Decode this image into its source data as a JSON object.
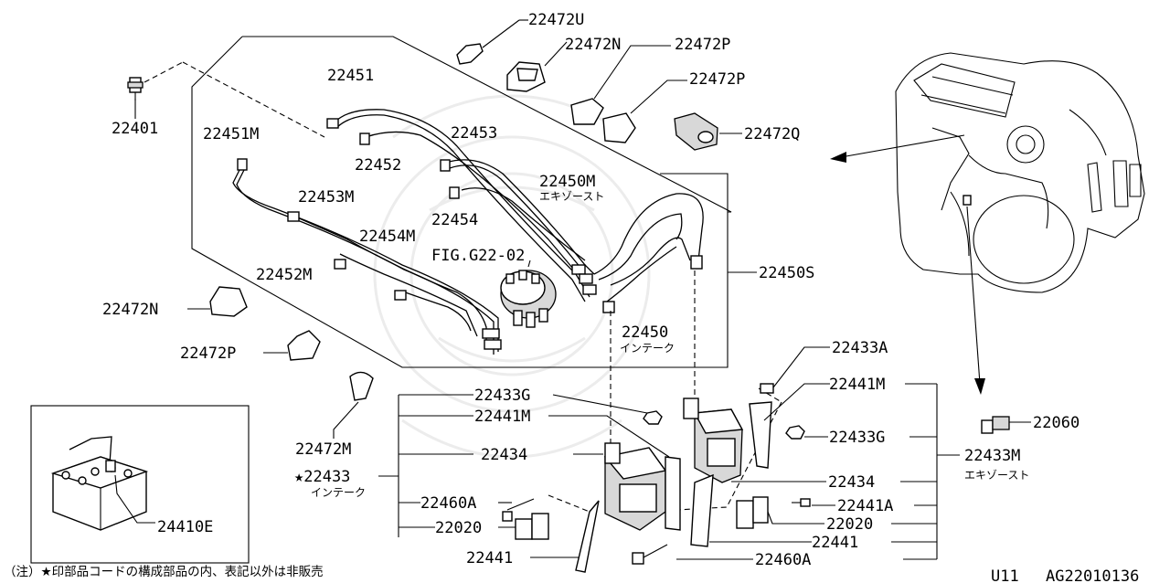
{
  "labels": {
    "p22472U": "22472U",
    "p22472N_top": "22472N",
    "p22472P_top1": "22472P",
    "p22472P_top2": "22472P",
    "p22472Q": "22472Q",
    "p22401": "22401",
    "p22451": "22451",
    "p22451M": "22451M",
    "p22452": "22452",
    "p22453": "22453",
    "p22453M": "22453M",
    "p22454": "22454",
    "p22454M": "22454M",
    "p22452M": "22452M",
    "p22450M": "22450M",
    "p22450M_sub": "エキゾースト",
    "fig": "FIG.G22-02",
    "p22450S": "22450S",
    "p22450": "22450",
    "p22450_sub": "インテーク",
    "p22472N_left": "22472N",
    "p22472P_left": "22472P",
    "p22472M": "22472M",
    "p22410E": "24410E",
    "p22433A": "22433A",
    "p22441M_right": "22441M",
    "p22433G_right": "22433G",
    "p22433G_left": "22433G",
    "p22441M_left": "22441M",
    "p22434_left": "22434",
    "p22434_right": "22434",
    "star22433": "★22433",
    "star22433_sub": "インテーク",
    "p22433M": "22433M",
    "p22433M_sub": "エキゾースト",
    "p22060": "22060",
    "p22460A_left": "22460A",
    "p22441A": "22441A",
    "p22020_left": "22020",
    "p22020_right": "22020",
    "p22441_right": "22441",
    "p22441_left": "22441",
    "p22460A_right": "22460A"
  },
  "footer": {
    "note": "（注）★印部品コードの構成部品の内、表記以外は非販売",
    "page_code": "U11",
    "figure_code": "AG22010136"
  }
}
